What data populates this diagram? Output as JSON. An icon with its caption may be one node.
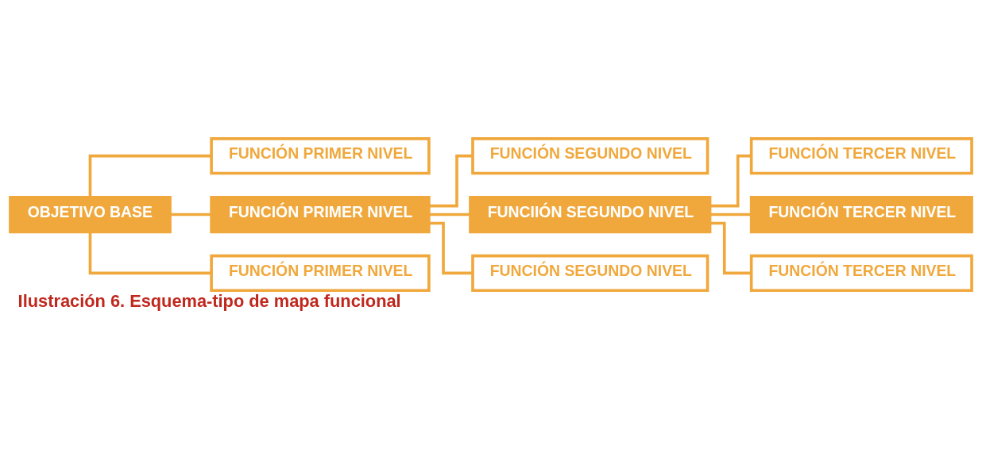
{
  "diagram": {
    "caption": "Ilustración 6. Esquema-tipo de mapa funcional",
    "nodes": [
      {
        "text": [
          "OBJETIVO BASE"
        ]
      },
      {
        "text": [
          "FUNCIÓN PRIMER NIVEL"
        ]
      },
      {
        "text": [
          "FUNCIÓN PRIMER NIVEL"
        ]
      },
      {
        "text": [
          "FUNCIÓN PRIMER NIVEL"
        ]
      },
      {
        "text": [
          "FUNCIÓN SEGUNDO NIVEL"
        ]
      },
      {
        "text": [
          "FUNCIIÓN SEGUNDO NIVEL"
        ]
      },
      {
        "text": [
          "FUNCIÓN SEGUNDO NIVEL"
        ]
      },
      {
        "text": [
          "FUNCIÓN TERCER NIVEL"
        ]
      },
      {
        "text": [
          "FUNCIÓN TERCER NIVEL"
        ]
      },
      {
        "text": [
          "FUNCIÓN TERCER NIVEL"
        ]
      }
    ],
    "edges": [
      {
        "from": 0,
        "to": 1,
        "arrow": "none"
      },
      {
        "from": 0,
        "to": 2,
        "arrow": "none"
      },
      {
        "from": 0,
        "to": 3,
        "arrow": "none"
      },
      {
        "from": 2,
        "to": 4,
        "arrow": "none"
      },
      {
        "from": 2,
        "to": 5,
        "arrow": "none"
      },
      {
        "from": 2,
        "to": 6,
        "arrow": "none"
      },
      {
        "from": 5,
        "to": 7,
        "arrow": "none"
      },
      {
        "from": 5,
        "to": 8,
        "arrow": "none"
      },
      {
        "from": 5,
        "to": 9,
        "arrow": "none"
      }
    ]
  }
}
